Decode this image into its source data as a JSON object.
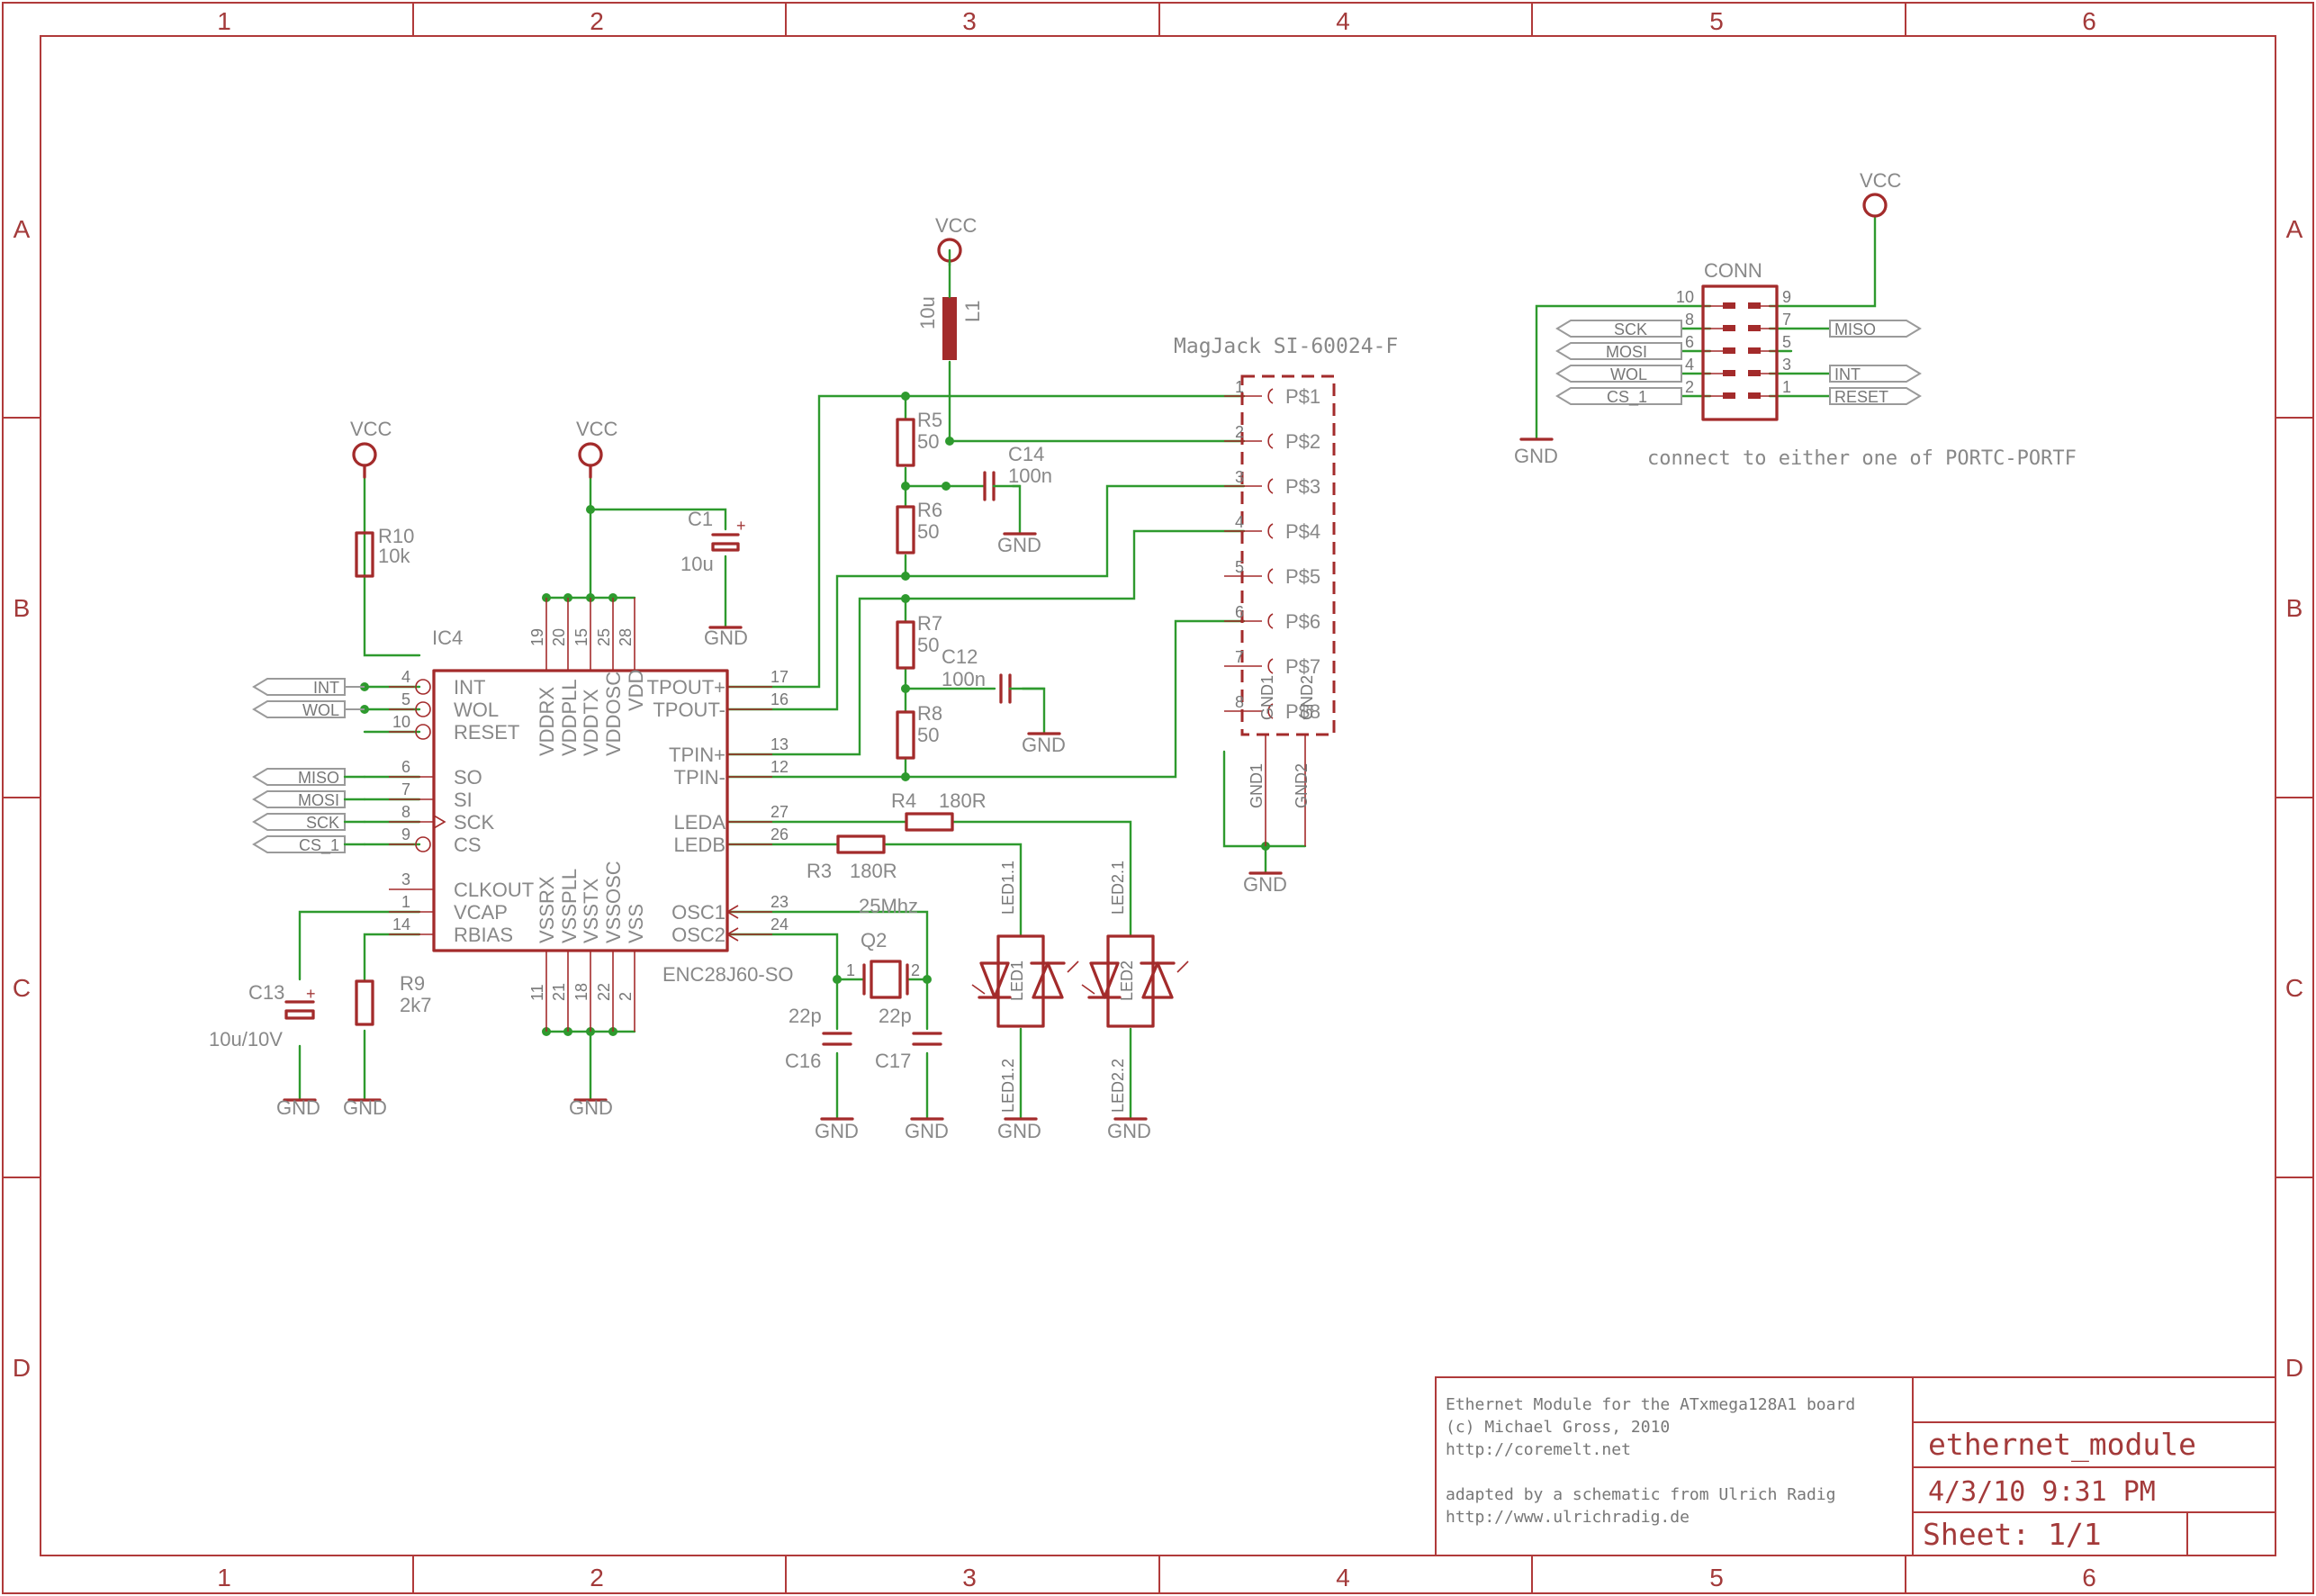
{
  "frame": {
    "cols": [
      "1",
      "2",
      "3",
      "4",
      "5",
      "6"
    ],
    "rows": [
      "A",
      "B",
      "C",
      "D"
    ]
  },
  "power": {
    "vcc": "VCC",
    "gnd": "GND"
  },
  "ic4": {
    "name": "IC4",
    "value": "ENC28J60-SO",
    "left_pins": [
      {
        "num": "4",
        "name": "INT"
      },
      {
        "num": "5",
        "name": "WOL"
      },
      {
        "num": "10",
        "name": "RESET"
      },
      {
        "num": "6",
        "name": "SO"
      },
      {
        "num": "7",
        "name": "SI"
      },
      {
        "num": "8",
        "name": "SCK"
      },
      {
        "num": "9",
        "name": "CS"
      },
      {
        "num": "3",
        "name": "CLKOUT"
      },
      {
        "num": "1",
        "name": "VCAP"
      },
      {
        "num": "14",
        "name": "RBIAS"
      }
    ],
    "right_pins": [
      {
        "num": "17",
        "name": "TPOUT+"
      },
      {
        "num": "16",
        "name": "TPOUT-"
      },
      {
        "num": "13",
        "name": "TPIN+"
      },
      {
        "num": "12",
        "name": "TPIN-"
      },
      {
        "num": "27",
        "name": "LEDA"
      },
      {
        "num": "26",
        "name": "LEDB"
      },
      {
        "num": "23",
        "name": "OSC1"
      },
      {
        "num": "24",
        "name": "OSC2"
      }
    ],
    "top_pins": [
      {
        "num": "19",
        "name": "VDDRX"
      },
      {
        "num": "20",
        "name": "VDDPLL"
      },
      {
        "num": "15",
        "name": "VDDTX"
      },
      {
        "num": "25",
        "name": "VDDOSC"
      },
      {
        "num": "28",
        "name": "VDD"
      }
    ],
    "bottom_pins": [
      {
        "num": "11",
        "name": "VSSRX"
      },
      {
        "num": "21",
        "name": "VSSPLL"
      },
      {
        "num": "18",
        "name": "VSSTX"
      },
      {
        "num": "22",
        "name": "VSSOSC"
      },
      {
        "num": "2",
        "name": "VSS"
      }
    ]
  },
  "net_labels": {
    "left_ic": [
      "INT",
      "WOL",
      "MISO",
      "MOSI",
      "SCK",
      "CS_1"
    ],
    "conn_left": [
      "SCK",
      "MOSI",
      "WOL",
      "CS_1"
    ],
    "conn_right": [
      "MISO",
      "INT",
      "RESET"
    ]
  },
  "components": {
    "r10": {
      "name": "R10",
      "value": "10k"
    },
    "r9": {
      "name": "R9",
      "value": "2k7"
    },
    "r5": {
      "name": "R5",
      "value": "50"
    },
    "r6": {
      "name": "R6",
      "value": "50"
    },
    "r7": {
      "name": "R7",
      "value": "50"
    },
    "r8": {
      "name": "R8",
      "value": "50"
    },
    "r4": {
      "name": "R4",
      "value": "180R"
    },
    "r3": {
      "name": "R3",
      "value": "180R"
    },
    "c1": {
      "name": "C1",
      "value": "10u"
    },
    "c13": {
      "name": "C13",
      "value": "10u/10V"
    },
    "c14": {
      "name": "C14",
      "value": "100n"
    },
    "c12": {
      "name": "C12",
      "value": "100n"
    },
    "c16": {
      "name": "C16",
      "value": "22p"
    },
    "c17": {
      "name": "C17",
      "value": "22p"
    },
    "l1": {
      "name": "L1",
      "value": "10u"
    },
    "q2": {
      "name": "Q2",
      "value": "25Mhz",
      "pin1": "1",
      "pin2": "2"
    },
    "led1": {
      "a": "LED1.1",
      "c": "LED1.2",
      "d": "LED1"
    },
    "led2": {
      "a": "LED2.1",
      "c": "LED2.2",
      "d": "LED2"
    }
  },
  "magjack": {
    "title": "MagJack SI-60024-F",
    "pins": [
      {
        "num": "1",
        "name": "P$1"
      },
      {
        "num": "2",
        "name": "P$2"
      },
      {
        "num": "3",
        "name": "P$3"
      },
      {
        "num": "4",
        "name": "P$4"
      },
      {
        "num": "5",
        "name": "P$5"
      },
      {
        "num": "6",
        "name": "P$6"
      },
      {
        "num": "7",
        "name": "P$7"
      },
      {
        "num": "8",
        "name": "P$8"
      }
    ],
    "gnd1": "GND1",
    "gnd2": "GND2"
  },
  "conn": {
    "name": "CONN",
    "left_nums": [
      "10",
      "8",
      "6",
      "4",
      "2"
    ],
    "right_nums": [
      "9",
      "7",
      "5",
      "3",
      "1"
    ],
    "note": "connect to either one of PORTC-PORTF"
  },
  "title_block": {
    "notes": [
      "Ethernet Module for the ATxmega128A1 board",
      "(c) Michael Gross, 2010",
      "http://coremelt.net",
      "",
      "adapted by a schematic from Ulrich Radig",
      "http://www.ulrichradig.de"
    ],
    "drawing_name": "ethernet_module",
    "date": "4/3/10 9:31 PM",
    "sheet": "Sheet: 1/1"
  }
}
